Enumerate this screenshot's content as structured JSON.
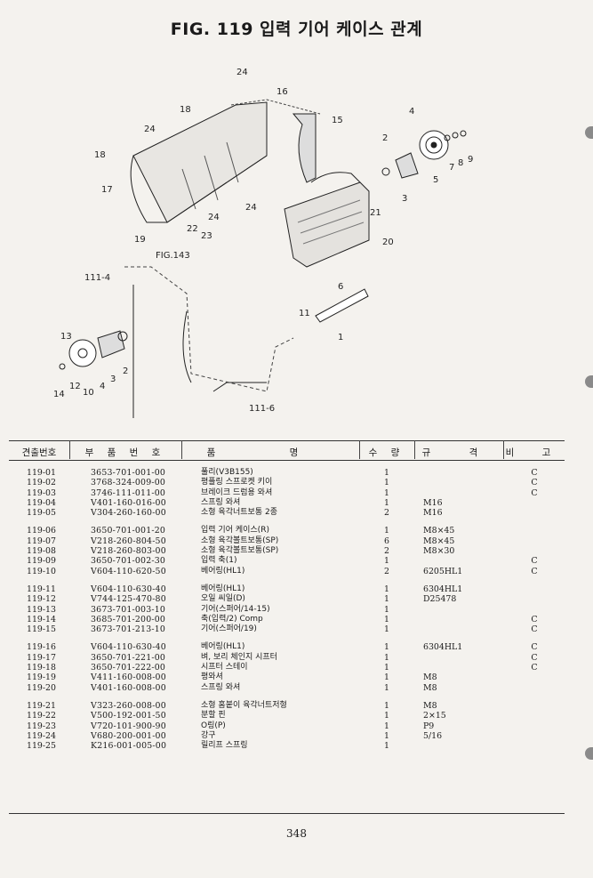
{
  "title": "FIG. 119 입력 기어 케이스 관계",
  "diagram": {
    "callouts": [
      "24",
      "16",
      "18",
      "15",
      "4",
      "24",
      "2",
      "18",
      "17",
      "24",
      "24",
      "22",
      "19",
      "23",
      "FIG.143",
      "21",
      "3",
      "5",
      "7",
      "8",
      "9",
      "6",
      "20",
      "111-4",
      "11",
      "1",
      "13",
      "12",
      "10",
      "4",
      "3",
      "2",
      "14",
      "111-6"
    ]
  },
  "table": {
    "headers": [
      "견출번호",
      "부 품 번 호",
      "품 명",
      "수 량",
      "규 격",
      "비 고"
    ],
    "rows": [
      {
        "no": "119-01",
        "part": "3653-701-001-00",
        "name": "풀리(V3B155)",
        "qty": "1",
        "spec": "",
        "note": "C"
      },
      {
        "no": "119-02",
        "part": "3768-324-009-00",
        "name": "평플링 스프로켓 키이",
        "qty": "1",
        "spec": "",
        "note": "C"
      },
      {
        "no": "119-03",
        "part": "3746-111-011-00",
        "name": "브레이크 드럼용 와셔",
        "qty": "1",
        "spec": "",
        "note": "C"
      },
      {
        "no": "119-04",
        "part": "V401-160-016-00",
        "name": "스프링 와셔",
        "qty": "1",
        "spec": "M16",
        "note": ""
      },
      {
        "no": "119-05",
        "part": "V304-260-160-00",
        "name": "소형 육각너트보통 2종",
        "qty": "2",
        "spec": "M16",
        "note": ""
      },
      {
        "no": "119-06",
        "part": "3650-701-001-20",
        "name": "입력 기어 케이스(R)",
        "qty": "1",
        "spec": "M8×45",
        "note": ""
      },
      {
        "no": "119-07",
        "part": "V218-260-804-50",
        "name": "소형 육각볼트보통(SP)",
        "qty": "6",
        "spec": "M8×45",
        "note": ""
      },
      {
        "no": "119-08",
        "part": "V218-260-803-00",
        "name": "소형 육각볼트보통(SP)",
        "qty": "2",
        "spec": "M8×30",
        "note": ""
      },
      {
        "no": "119-09",
        "part": "3650-701-002-30",
        "name": "입력 축(1)",
        "qty": "1",
        "spec": "",
        "note": "C"
      },
      {
        "no": "119-10",
        "part": "V604-110-620-50",
        "name": "베어링(HL1)",
        "qty": "2",
        "spec": "6205HL1",
        "note": "C"
      },
      {
        "no": "119-11",
        "part": "V604-110-630-40",
        "name": "베어링(HL1)",
        "qty": "1",
        "spec": "6304HL1",
        "note": ""
      },
      {
        "no": "119-12",
        "part": "V744-125-470-80",
        "name": "오일 씨일(D)",
        "qty": "1",
        "spec": "D25478",
        "note": ""
      },
      {
        "no": "119-13",
        "part": "3673-701-003-10",
        "name": "기어(스퍼어/14-15)",
        "qty": "1",
        "spec": "",
        "note": ""
      },
      {
        "no": "119-14",
        "part": "3685-701-200-00",
        "name": "축(입력/2) Comp",
        "qty": "1",
        "spec": "",
        "note": "C"
      },
      {
        "no": "119-15",
        "part": "3673-701-213-10",
        "name": "기어(스퍼어/19)",
        "qty": "1",
        "spec": "",
        "note": "C"
      },
      {
        "no": "119-16",
        "part": "V604-110-630-40",
        "name": "베어링(HL1)",
        "qty": "1",
        "spec": "6304HL1",
        "note": "C"
      },
      {
        "no": "119-17",
        "part": "3650-701-221-00",
        "name": "벼, 보리 체인지 시프터",
        "qty": "1",
        "spec": "",
        "note": "C"
      },
      {
        "no": "119-18",
        "part": "3650-701-222-00",
        "name": "시프터 스테이",
        "qty": "1",
        "spec": "",
        "note": "C"
      },
      {
        "no": "119-19",
        "part": "V411-160-008-00",
        "name": "평와셔",
        "qty": "1",
        "spec": "M8",
        "note": ""
      },
      {
        "no": "119-20",
        "part": "V401-160-008-00",
        "name": "스프링 와셔",
        "qty": "1",
        "spec": "M8",
        "note": ""
      },
      {
        "no": "119-21",
        "part": "V323-260-008-00",
        "name": "소형 홈붙이 육각너트저형",
        "qty": "1",
        "spec": "M8",
        "note": ""
      },
      {
        "no": "119-22",
        "part": "V500-192-001-50",
        "name": "분할 핀",
        "qty": "1",
        "spec": "2×15",
        "note": ""
      },
      {
        "no": "119-23",
        "part": "V720-101-900-90",
        "name": "O링(P)",
        "qty": "1",
        "spec": "P9",
        "note": ""
      },
      {
        "no": "119-24",
        "part": "V680-200-001-00",
        "name": "강구",
        "qty": "1",
        "spec": "5/16",
        "note": ""
      },
      {
        "no": "119-25",
        "part": "K216-001-005-00",
        "name": "릴리프 스프링",
        "qty": "1",
        "spec": "",
        "note": ""
      }
    ]
  },
  "page_number": "348"
}
